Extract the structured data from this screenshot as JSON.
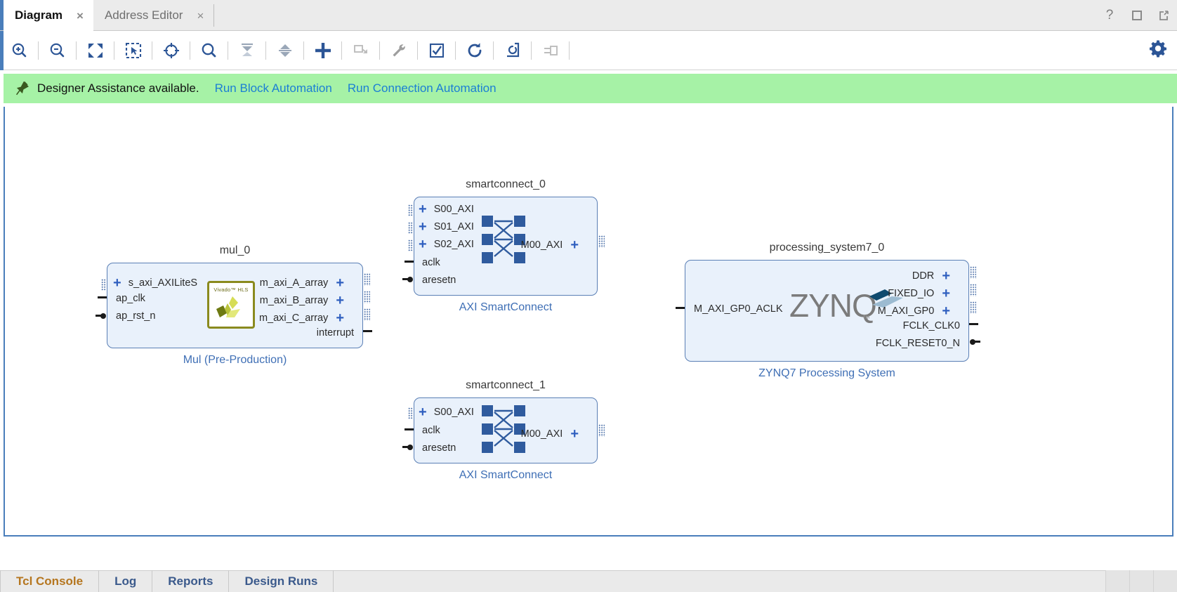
{
  "window": {
    "controls": [
      {
        "name": "help-icon",
        "glyph": "?"
      },
      {
        "name": "maximize-icon",
        "glyph": "□"
      },
      {
        "name": "float-icon",
        "glyph": "⇱"
      }
    ]
  },
  "tabs": {
    "items": [
      {
        "label": "Diagram",
        "active": true,
        "close": "×"
      },
      {
        "label": "Address Editor",
        "active": false,
        "close": "×"
      }
    ]
  },
  "toolbar": {
    "buttons": [
      {
        "name": "zoom-in-icon",
        "title": "Zoom In"
      },
      {
        "name": "zoom-out-icon",
        "title": "Zoom Out"
      },
      {
        "name": "zoom-fit-icon",
        "title": "Zoom Fit"
      },
      {
        "name": "zoom-area-icon",
        "title": "Zoom Area"
      },
      {
        "name": "fit-selection-icon",
        "title": "Fit Selection"
      },
      {
        "name": "search-icon",
        "title": "Search"
      },
      {
        "name": "collapse-all-icon",
        "title": "Collapse All"
      },
      {
        "name": "expand-all-icon",
        "title": "Expand All"
      },
      {
        "name": "add-ip-icon",
        "title": "Add IP"
      },
      {
        "name": "add-module-icon",
        "title": "Add Module"
      },
      {
        "name": "customize-block-icon",
        "title": "Customize Block"
      },
      {
        "name": "validate-design-icon",
        "title": "Validate Design"
      },
      {
        "name": "regenerate-layout-icon",
        "title": "Regenerate Layout"
      },
      {
        "name": "optimize-routing-icon",
        "title": "Optimize Routing"
      },
      {
        "name": "create-port-icon",
        "title": "Create Port"
      }
    ],
    "settings": {
      "name": "gear-icon",
      "title": "Settings"
    }
  },
  "banner": {
    "icon": "pin-icon",
    "message": "Designer Assistance available.",
    "links": [
      {
        "label": "Run Block Automation"
      },
      {
        "label": "Run Connection Automation"
      }
    ],
    "background": "#a6f2a6",
    "link_color": "#1b7fd4"
  },
  "diagram": {
    "blocks": [
      {
        "id": "mul_0",
        "title": "mul_0",
        "caption": "Mul (Pre-Production)",
        "logo": "vivado-hls-logo",
        "logo_text": "Vivado™ HLS",
        "left_ports": [
          {
            "label": "s_axi_AXILiteS",
            "kind": "bus",
            "plus": "+"
          },
          {
            "label": "ap_clk",
            "kind": "pin"
          },
          {
            "label": "ap_rst_n",
            "kind": "pin-inv"
          }
        ],
        "right_ports": [
          {
            "label": "m_axi_A_array",
            "kind": "bus",
            "plus": "+"
          },
          {
            "label": "m_axi_B_array",
            "kind": "bus",
            "plus": "+"
          },
          {
            "label": "m_axi_C_array",
            "kind": "bus",
            "plus": "+"
          },
          {
            "label": "interrupt",
            "kind": "pin"
          }
        ]
      },
      {
        "id": "smartconnect_0",
        "title": "smartconnect_0",
        "caption": "AXI SmartConnect",
        "logo": "crossbar-icon",
        "left_ports": [
          {
            "label": "S00_AXI",
            "kind": "bus",
            "plus": "+"
          },
          {
            "label": "S01_AXI",
            "kind": "bus",
            "plus": "+"
          },
          {
            "label": "S02_AXI",
            "kind": "bus",
            "plus": "+"
          },
          {
            "label": "aclk",
            "kind": "pin"
          },
          {
            "label": "aresetn",
            "kind": "pin-inv"
          }
        ],
        "right_ports": [
          {
            "label": "M00_AXI",
            "kind": "bus",
            "plus": "+"
          }
        ]
      },
      {
        "id": "smartconnect_1",
        "title": "smartconnect_1",
        "caption": "AXI SmartConnect",
        "logo": "crossbar-icon",
        "left_ports": [
          {
            "label": "S00_AXI",
            "kind": "bus",
            "plus": "+"
          },
          {
            "label": "aclk",
            "kind": "pin"
          },
          {
            "label": "aresetn",
            "kind": "pin-inv"
          }
        ],
        "right_ports": [
          {
            "label": "M00_AXI",
            "kind": "bus",
            "plus": "+"
          }
        ]
      },
      {
        "id": "processing_system7_0",
        "title": "processing_system7_0",
        "caption": "ZYNQ7 Processing System",
        "logo": "zynq-logo",
        "logo_text": "ZYNQ",
        "left_ports": [
          {
            "label": "M_AXI_GP0_ACLK",
            "kind": "pin"
          }
        ],
        "right_ports": [
          {
            "label": "DDR",
            "kind": "bus",
            "plus": "+"
          },
          {
            "label": "FIXED_IO",
            "kind": "bus",
            "plus": "+"
          },
          {
            "label": "M_AXI_GP0",
            "kind": "bus",
            "plus": "+"
          },
          {
            "label": "FCLK_CLK0",
            "kind": "pin"
          },
          {
            "label": "FCLK_RESET0_N",
            "kind": "pin-inv"
          }
        ]
      }
    ]
  },
  "bottom": {
    "tabs": [
      {
        "label": "Tcl Console"
      },
      {
        "label": "Log"
      },
      {
        "label": "Reports"
      },
      {
        "label": "Design Runs"
      }
    ]
  },
  "colors": {
    "accent_blue": "#4a7ebb",
    "block_fill": "#e9f1fb",
    "block_stroke": "#5a7fb5",
    "caption_blue": "#3f6fb5",
    "banner_green": "#a6f2a6"
  }
}
